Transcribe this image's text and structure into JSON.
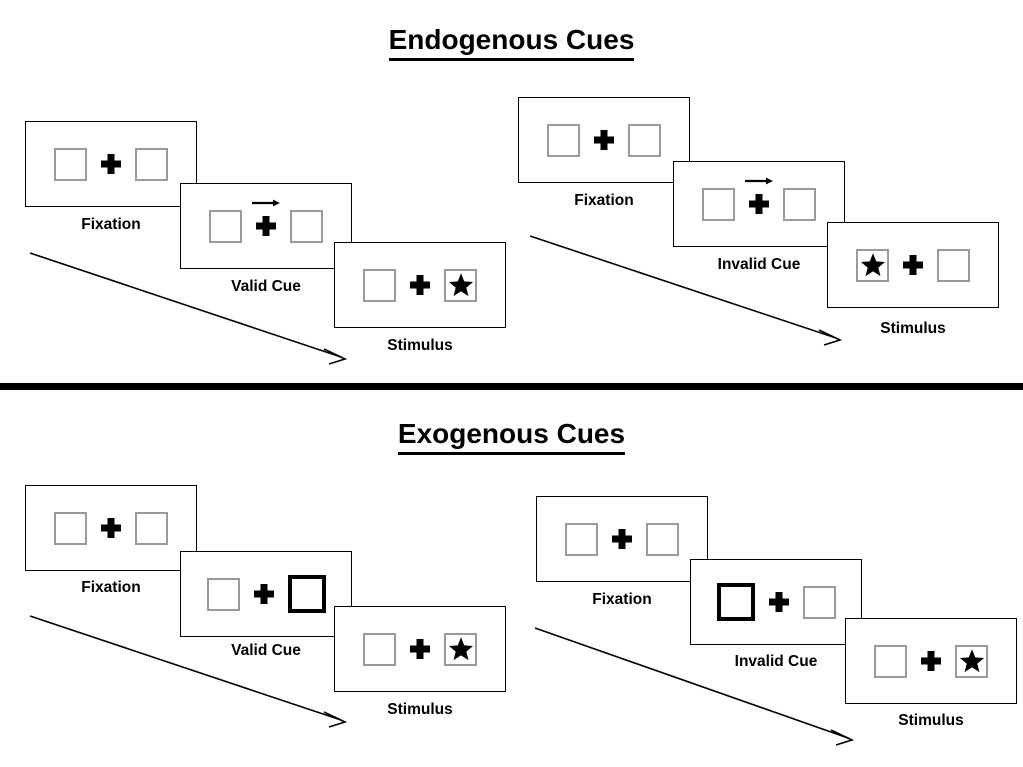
{
  "figure": {
    "sections": [
      {
        "id": "endogenous",
        "title": "Endogenous Cues",
        "conditions": [
          {
            "id": "endogenous-valid",
            "steps": [
              {
                "label": "Fixation",
                "left_box": "empty",
                "right_box": "empty",
                "center": "cross"
              },
              {
                "label": "Valid Cue",
                "left_box": "empty",
                "right_box": "empty",
                "center": "arrow-cross"
              },
              {
                "label": "Stimulus",
                "left_box": "empty",
                "right_box": "star",
                "center": "cross"
              }
            ]
          },
          {
            "id": "endogenous-invalid",
            "steps": [
              {
                "label": "Fixation",
                "left_box": "empty",
                "right_box": "empty",
                "center": "cross"
              },
              {
                "label": "Invalid Cue",
                "left_box": "empty",
                "right_box": "empty",
                "center": "arrow-cross"
              },
              {
                "label": "Stimulus",
                "left_box": "star",
                "right_box": "empty",
                "center": "cross"
              }
            ]
          }
        ]
      },
      {
        "id": "exogenous",
        "title": "Exogenous Cues",
        "conditions": [
          {
            "id": "exogenous-valid",
            "steps": [
              {
                "label": "Fixation",
                "left_box": "empty",
                "right_box": "empty",
                "center": "cross"
              },
              {
                "label": "Valid Cue",
                "left_box": "empty",
                "right_box": "highlight",
                "center": "cross"
              },
              {
                "label": "Stimulus",
                "left_box": "empty",
                "right_box": "star",
                "center": "cross"
              }
            ]
          },
          {
            "id": "exogenous-invalid",
            "steps": [
              {
                "label": "Fixation",
                "left_box": "empty",
                "right_box": "empty",
                "center": "cross"
              },
              {
                "label": "Invalid Cue",
                "left_box": "highlight",
                "right_box": "empty",
                "center": "cross"
              },
              {
                "label": "Stimulus",
                "left_box": "empty",
                "right_box": "star",
                "center": "cross"
              }
            ]
          }
        ]
      }
    ],
    "icons": {
      "star": "star-icon",
      "cross": "fixation-cross-icon",
      "arrow_cue": "right-arrow-cue-icon",
      "flow_arrow": "time-flow-arrow-icon"
    },
    "colors": {
      "ink": "#000000",
      "box_border": "#9a9a9a",
      "cue_border": "#000000",
      "panel_border": "#000000",
      "background": "#ffffff"
    }
  }
}
